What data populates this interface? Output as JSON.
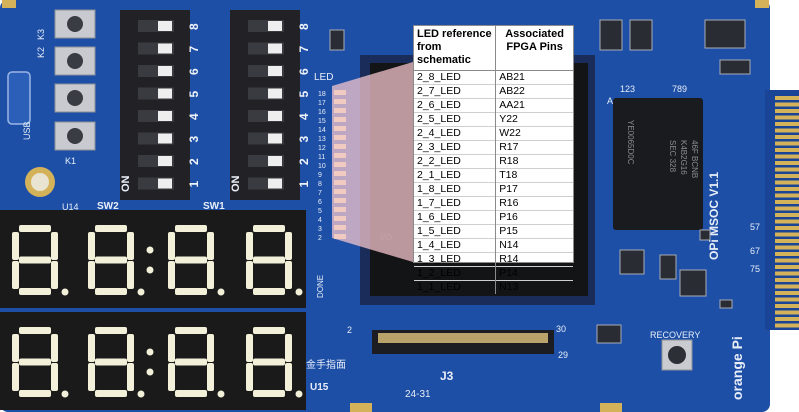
{
  "table": {
    "header": {
      "led_reference": "LED reference from schematic",
      "fpga_pins": "Associated FPGA Pins"
    },
    "rows": [
      {
        "led": "2_8_LED",
        "pin": "AB21"
      },
      {
        "led": "2_7_LED",
        "pin": "AB22"
      },
      {
        "led": "2_6_LED",
        "pin": "AA21"
      },
      {
        "led": "2_5_LED",
        "pin": "Y22"
      },
      {
        "led": "2_4_LED",
        "pin": "W22"
      },
      {
        "led": "2_3_LED",
        "pin": "R17"
      },
      {
        "led": "2_2_LED",
        "pin": "R18"
      },
      {
        "led": "2_1_LED",
        "pin": "T18"
      },
      {
        "led": "1_8_LED",
        "pin": "P17"
      },
      {
        "led": "1_7_LED",
        "pin": "R16"
      },
      {
        "led": "1_6_LED",
        "pin": "P16"
      },
      {
        "led": "1_5_LED",
        "pin": "P15"
      },
      {
        "led": "1_4_LED",
        "pin": "N14"
      },
      {
        "led": "1_3_LED",
        "pin": "R14"
      },
      {
        "led": "1_2_LED",
        "pin": "P14"
      },
      {
        "led": "1_1_LED",
        "pin": "N13"
      }
    ]
  },
  "board": {
    "colors": {
      "pcb": "#1d4fa6",
      "pcb_dark": "#163f8a",
      "gold": "#d4b25a",
      "display": "#1a1a1a",
      "segment": "#f2f0d8"
    },
    "labels": {
      "k1": "K1",
      "k2": "K2",
      "k3": "K3",
      "usb": "USB",
      "sw1": "SW1",
      "sw2": "SW2",
      "on": "ON",
      "u14": "U14",
      "u15": "U15",
      "led": "LED",
      "done": "DONE",
      "j3": "J3",
      "recovery": "RECOVERY",
      "brand": "orange Pi",
      "model": "OPi MSOC V1.1",
      "chip_line1": "YE0065D0C",
      "chip_line2": "SEC 328",
      "chip_line3": "K4B2G16",
      "chip_line4": "46F BCNB",
      "chinese": "金手指面",
      "conn_2": "2",
      "conn_30": "30",
      "conn_29": "29",
      "pin_123": "123",
      "pin_789": "789",
      "pin_a": "A",
      "date_code": "24-31",
      "edge_57": "57",
      "edge_67": "67",
      "edge_75": "75",
      "dip_numbers": [
        "8",
        "7",
        "6",
        "5",
        "4",
        "3",
        "2",
        "1"
      ],
      "led_numbers": [
        "18",
        "17",
        "16",
        "15",
        "14",
        "13",
        "12",
        "11",
        "10",
        "9",
        "8",
        "7",
        "6",
        "5",
        "4",
        "3",
        "2"
      ]
    }
  }
}
